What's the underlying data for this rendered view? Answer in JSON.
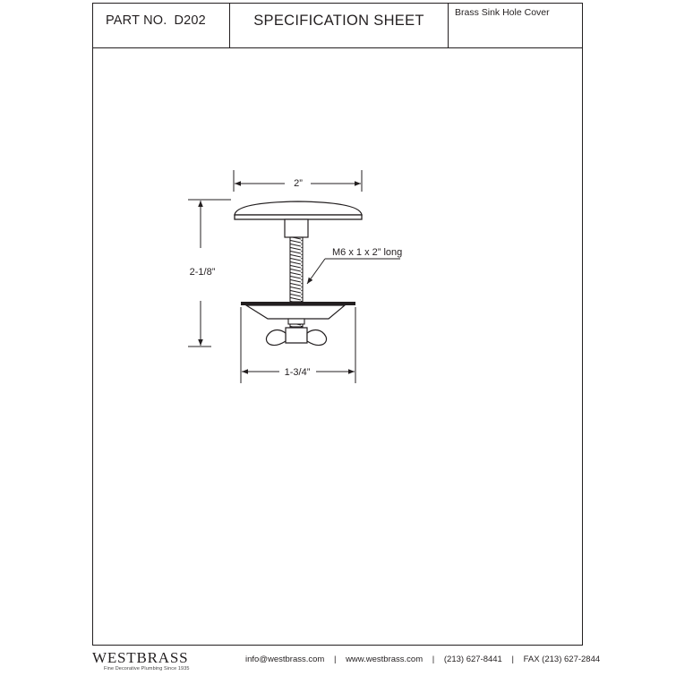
{
  "header": {
    "part_label": "PART NO.",
    "part_number": "D202",
    "sheet_title": "SPECIFICATION SHEET",
    "product_name": "Brass Sink Hole Cover"
  },
  "drawing": {
    "dim_top_width": "2”",
    "dim_height": "2-1/8”",
    "dim_bottom_width": "1-3/4”",
    "bolt_callout": "M6 x 1 x 2” long"
  },
  "footer": {
    "brand": "WESTBRASS",
    "tagline": "Fine Decorative Plumbing Since 1935",
    "email": "info@westbrass.com",
    "website": "www.westbrass.com",
    "phone": "(213) 627-8441",
    "fax": "FAX (213) 627-2844",
    "separator": "|"
  }
}
